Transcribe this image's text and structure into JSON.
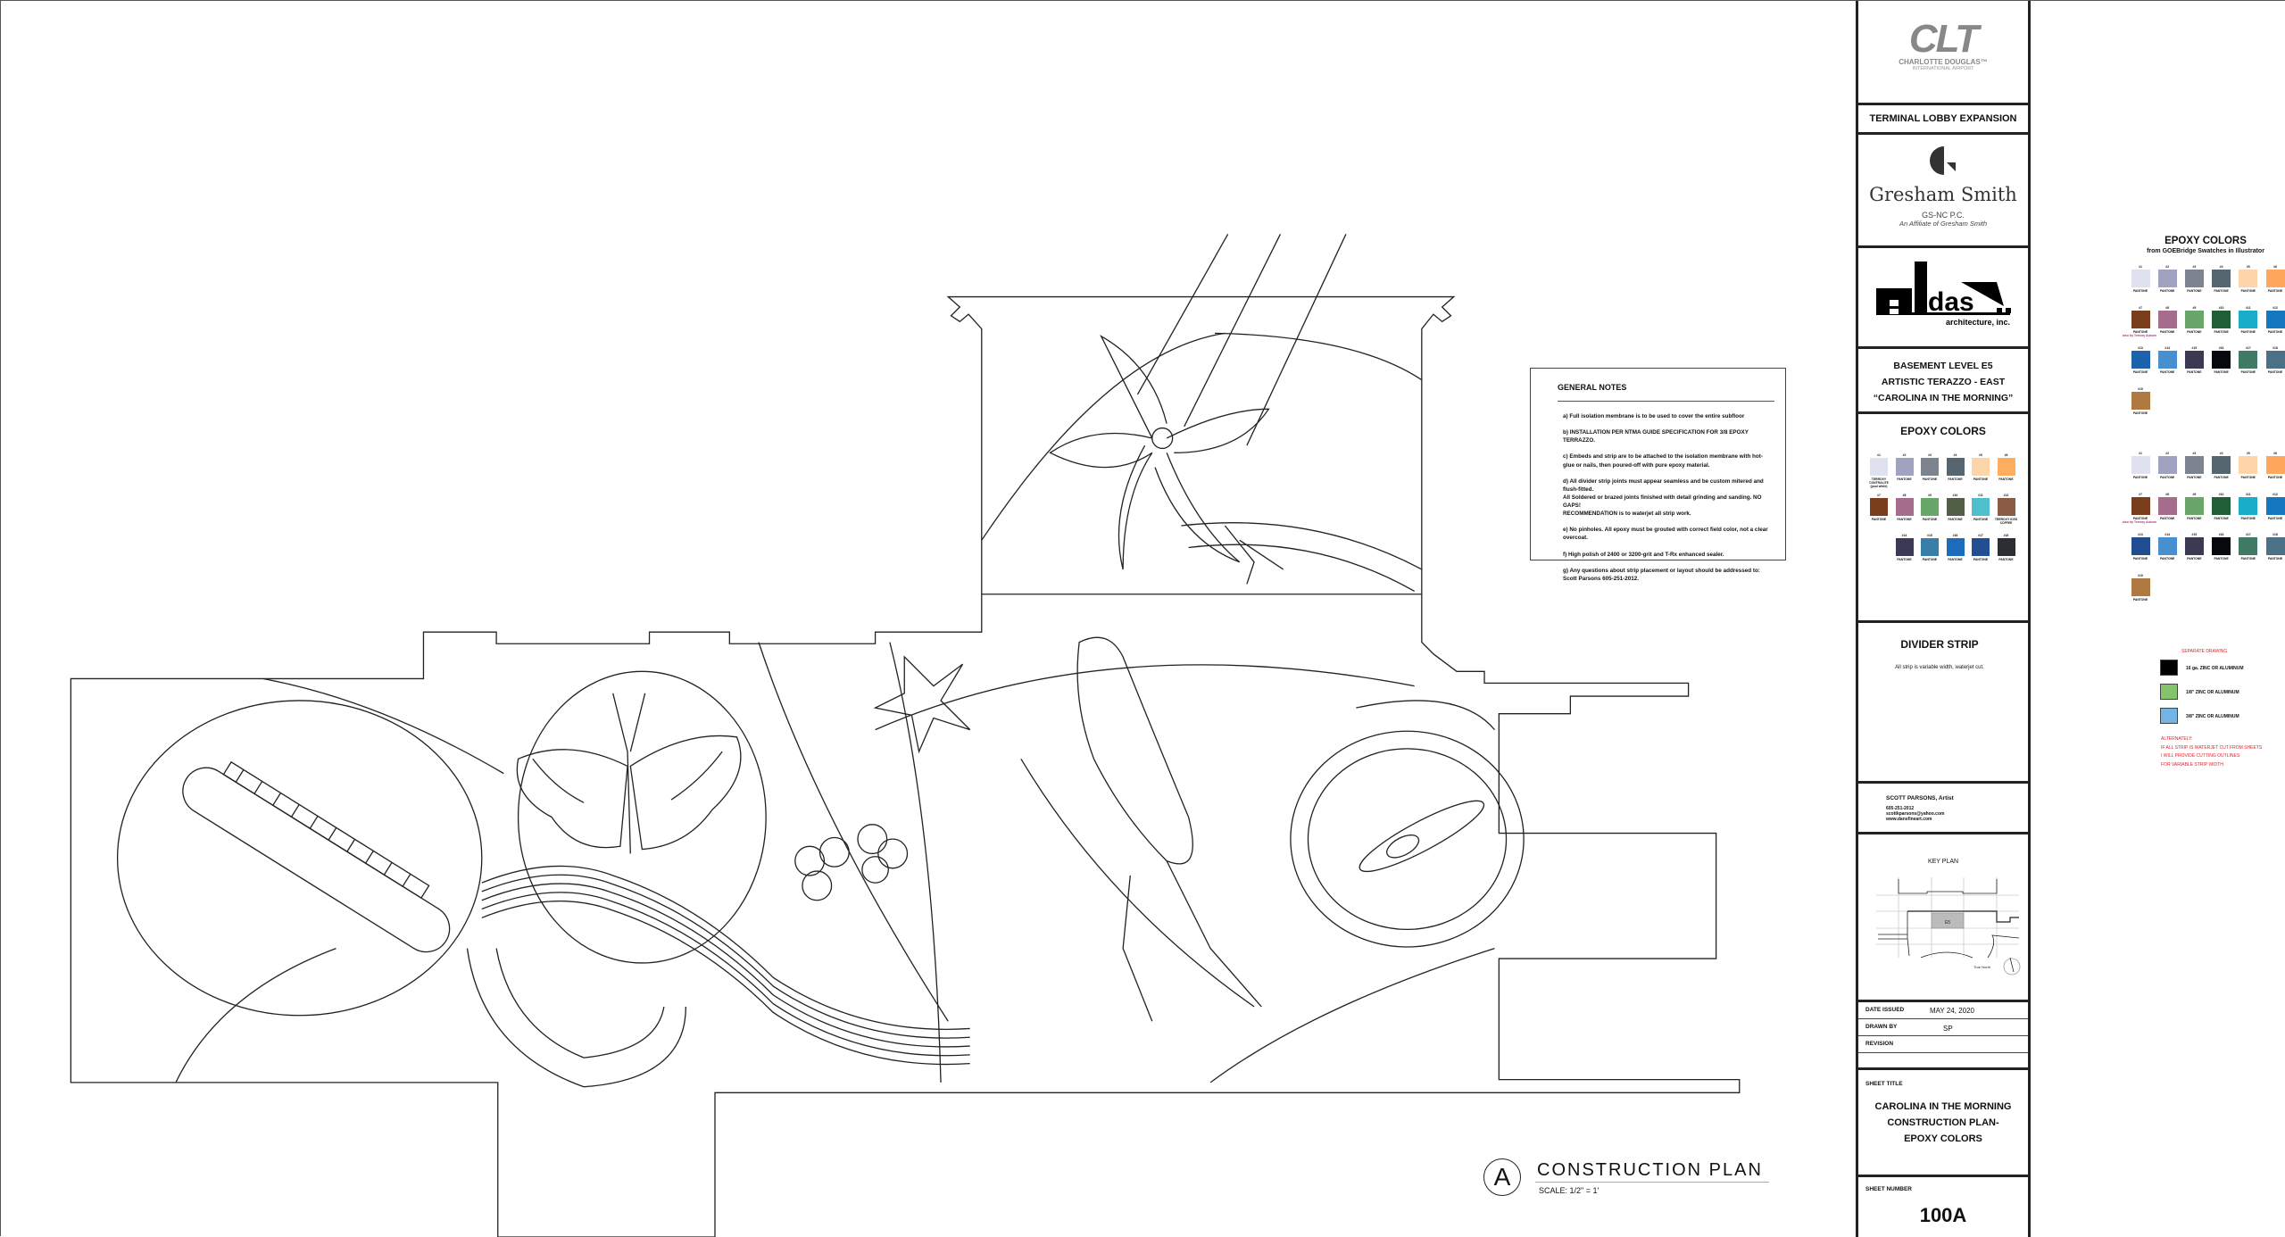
{
  "notes": {
    "title": "GENERAL NOTES",
    "items": [
      "a)  Full isolation membrane is to be used to cover the entire subfloor",
      "b)  INSTALLATION PER NTMA GUIDE SPECIFICATION FOR 3/8 EPOXY TERRAZZO.",
      "c)  Embeds and strip are to be attached to the isolation membrane with hot-\n     glue or nails, then poured-off with pure epoxy material.",
      "d)  All divider strip joints must appear seamless and be custom mitered and flush-fitted.\n     All Soldered or brazed joints finished with detail grinding and sanding. NO GAPS!\n     RECOMMENDATION is to waterjet all strip work.",
      "e)  No pinholes. All epoxy must be grouted with correct field color, not a clear overcoat.",
      "f)  High polish of 2400 or 3200-grit and T-Rx enhanced sealer.",
      "g)  Any questions about strip placement or layout should be addressed to:\n     Scott Parsons 605-251-2012."
    ]
  },
  "plan_label": {
    "marker": "A",
    "title": "CONSTRUCTION PLAN",
    "scale": "SCALE: 1/2\" = 1'"
  },
  "title_block": {
    "client_logo": {
      "mark": "CLT",
      "line1": "CHARLOTTE DOUGLAS™",
      "line2": "INTERNATIONAL AIRPORT"
    },
    "project": "TERMINAL LOBBY EXPANSION",
    "architect_logo": {
      "name": "Gresham Smith",
      "line1": "GS-NC P.C.",
      "line2": "An Affiliate of Gresham Smith"
    },
    "das_logo": {
      "mark": "das",
      "line1": "architecture, inc."
    },
    "location": [
      "BASEMENT LEVEL E5",
      "ARTISTIC TERAZZO - EAST",
      "“CAROLINA IN THE MORNING”"
    ],
    "epoxy": {
      "title": "EPOXY COLORS",
      "swatches": [
        {
          "num": "#1",
          "color": "#dfe1ef",
          "label": "TERROXY CONTRALITE (pool white)"
        },
        {
          "num": "#2",
          "color": "#9fa3c0",
          "label": "PANTONE"
        },
        {
          "num": "#3",
          "color": "#7b848f",
          "label": "PANTONE"
        },
        {
          "num": "#4",
          "color": "#566670",
          "label": "PANTONE"
        },
        {
          "num": "#5",
          "color": "#fed5a8",
          "label": "PANTONE"
        },
        {
          "num": "#6",
          "color": "#fdad5c",
          "label": "PANTONE"
        },
        {
          "num": "#7",
          "color": "#7a3e1c",
          "label": "PANTONE"
        },
        {
          "num": "#8",
          "color": "#a46d8c",
          "label": "PANTONE"
        },
        {
          "num": "#9",
          "color": "#69a66a",
          "label": "PANTONE"
        },
        {
          "num": "#10",
          "color": "#535e48",
          "label": "PANTONE"
        },
        {
          "num": "#11",
          "color": "#4fbfcb",
          "label": "PANTONE"
        },
        {
          "num": "#12",
          "color": "#8b5c44",
          "label": "TERROXY ICED COFFEE"
        },
        {
          "num": "#14",
          "color": "#3b3a56",
          "label": "PANTONE"
        },
        {
          "num": "#15",
          "color": "#377ea8",
          "label": "PANTONE"
        },
        {
          "num": "#16",
          "color": "#1e6bba",
          "label": "PANTONE"
        },
        {
          "num": "#17",
          "color": "#224f92",
          "label": "PANTONE"
        },
        {
          "num": "#18",
          "color": "#2b2f33",
          "label": "PANTONE"
        }
      ]
    },
    "divider": {
      "title": "DIVIDER STRIP",
      "text": "All strip is variable width, waterjet cut."
    },
    "artist": {
      "name": "SCOTT PARSONS, Artist",
      "phone": "605-251-2012",
      "email": "scottkparsons@yahoo.com",
      "web": "www.dansfineart.com"
    },
    "key_plan": {
      "title": "KEY PLAN",
      "zone": "E5",
      "north": "True North"
    },
    "date_label": "DATE ISSUED",
    "date": "MAY 24, 2020",
    "drawn_label": "DRAWN BY",
    "drawn": "SP",
    "revision_label": "REVISION",
    "sheet_title_label": "SHEET TITLE",
    "sheet_title": [
      "CAROLINA IN THE MORNING",
      "CONSTRUCTION PLAN-",
      "EPOXY COLORS"
    ],
    "sheet_number_label": "SHEET NUMBER",
    "sheet_number": "100A"
  },
  "side_panel": {
    "title": "EPOXY COLORS",
    "subtitle": "from GOEBridge Swatches in Illustrator",
    "note_7": "also try Terroxy Auburn",
    "swatch_label": "PANTONE",
    "set1": [
      {
        "num": "#1",
        "color": "#dfe1ef"
      },
      {
        "num": "#2",
        "color": "#9fa3c0"
      },
      {
        "num": "#3",
        "color": "#7b848f"
      },
      {
        "num": "#4",
        "color": "#566670"
      },
      {
        "num": "#5",
        "color": "#fed5a8"
      },
      {
        "num": "#6",
        "color": "#fda85a"
      },
      {
        "num": "#7",
        "color": "#7a3e1c"
      },
      {
        "num": "#8",
        "color": "#a46d8c"
      },
      {
        "num": "#9",
        "color": "#69a66a"
      },
      {
        "num": "#10",
        "color": "#1f5f38"
      },
      {
        "num": "#11",
        "color": "#18adc9"
      },
      {
        "num": "#12",
        "color": "#1577bd"
      },
      {
        "num": "#13",
        "color": "#1d62ad"
      },
      {
        "num": "#14",
        "color": "#4790cf"
      },
      {
        "num": "#15",
        "color": "#3b3a52"
      },
      {
        "num": "#16",
        "color": "#08090c"
      },
      {
        "num": "#17",
        "color": "#3e7a64"
      },
      {
        "num": "#18",
        "color": "#4a7187"
      },
      {
        "num": "#19",
        "color": "#b07942"
      }
    ],
    "set2": [
      {
        "num": "#1",
        "color": "#dfe1ef"
      },
      {
        "num": "#2",
        "color": "#9fa3c0"
      },
      {
        "num": "#3",
        "color": "#7b848f"
      },
      {
        "num": "#4",
        "color": "#566670"
      },
      {
        "num": "#5",
        "color": "#fed5a8"
      },
      {
        "num": "#6",
        "color": "#fda85a"
      },
      {
        "num": "#7",
        "color": "#7a3e1c"
      },
      {
        "num": "#8",
        "color": "#a46d8c"
      },
      {
        "num": "#9",
        "color": "#69a66a"
      },
      {
        "num": "#10",
        "color": "#1f5f38"
      },
      {
        "num": "#11",
        "color": "#18adc9"
      },
      {
        "num": "#12",
        "color": "#1577bd"
      },
      {
        "num": "#13",
        "color": "#214d90"
      },
      {
        "num": "#14",
        "color": "#4790cf"
      },
      {
        "num": "#15",
        "color": "#3b3a52"
      },
      {
        "num": "#16",
        "color": "#08090c"
      },
      {
        "num": "#17",
        "color": "#3e7a64"
      },
      {
        "num": "#18",
        "color": "#4a7187"
      },
      {
        "num": "#19",
        "color": "#b07942"
      }
    ],
    "strip_legend": {
      "heading": "SEPARATE DRAWING",
      "items": [
        {
          "color": "#000000",
          "label": "16 ga.  ZINC OR ALUMINUM"
        },
        {
          "color": "#84c46a",
          "label": "1/8\" ZINC OR ALUMINUM"
        },
        {
          "color": "#74b4e4",
          "label": "3/8\" ZINC OR ALUMINUM"
        }
      ],
      "alternate": [
        "ALTERNATELY:",
        "IF ALL STRIP IS WATERJET CUT FROM SHEETS",
        "I WILL PROVIDE CUTTING OUTLINES",
        "FOR VARIABLE STRIP WIDTH"
      ],
      "note_color": "#e8202a"
    }
  }
}
